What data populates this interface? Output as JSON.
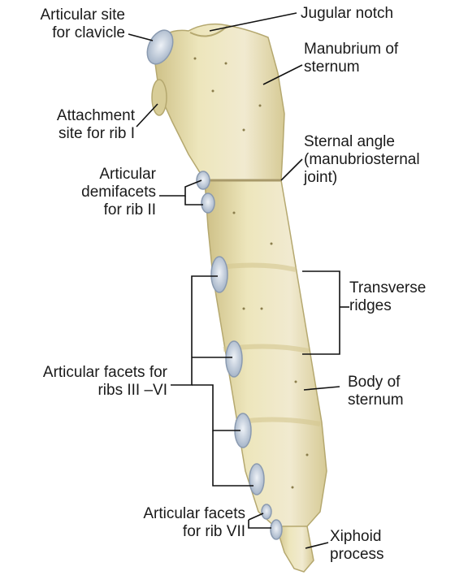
{
  "labels": {
    "articular_site_clavicle": [
      "Articular site",
      "for clavicle"
    ],
    "jugular_notch": [
      "Jugular notch"
    ],
    "manubrium": [
      "Manubrium of",
      "sternum"
    ],
    "attachment_rib1": [
      "Attachment",
      "site for rib I"
    ],
    "sternal_angle": [
      "Sternal angle",
      "(manubriosternal",
      "joint)"
    ],
    "demifacets_rib2": [
      "Articular",
      "demifacets",
      "for rib II"
    ],
    "transverse_ridges": [
      "Transverse",
      "ridges"
    ],
    "facets_ribs3_6": [
      "Articular facets for",
      "ribs III –VI"
    ],
    "body_sternum": [
      "Body of",
      "sternum"
    ],
    "facets_rib7": [
      "Articular facets",
      "for rib VII"
    ],
    "xiphoid": [
      "Xiphoid",
      "process"
    ]
  },
  "colors": {
    "bone": "#ece4b8",
    "bone_shade": "#cfc38a",
    "facet": "#c9d3e0",
    "leader_line": "#111111"
  }
}
